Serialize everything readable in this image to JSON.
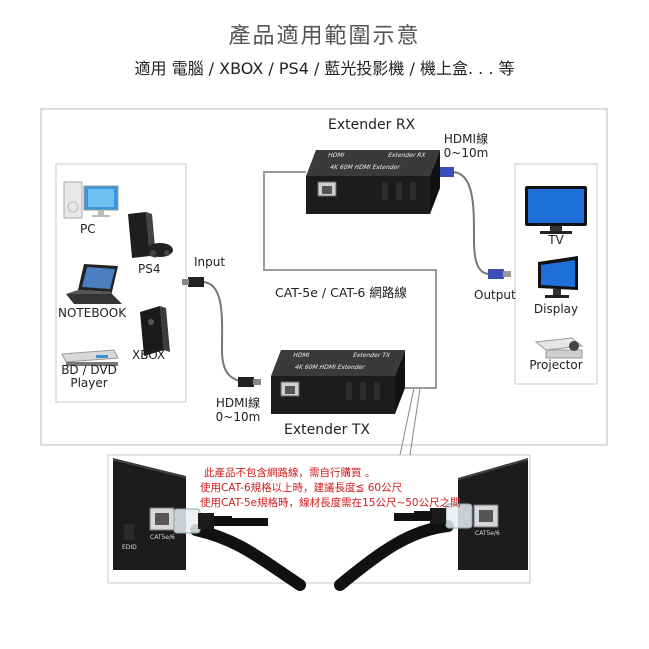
{
  "header": {
    "title": "產品適用範圍示意",
    "subtitle": "適用 電腦 / XBOX / PS4 / 藍光投影機 / 機上盒. . . 等"
  },
  "sources": {
    "pc": "PC",
    "ps4": "PS4",
    "notebook": "NOTEBOOK",
    "xbox": "XBOX",
    "bd_line1": "BD / DVD",
    "bd_line2": "Player"
  },
  "displays": {
    "tv": "TV",
    "display": "Display",
    "projector": "Projector"
  },
  "connections": {
    "input": "Input",
    "output": "Output",
    "network": "CAT-5e / CAT-6  網路線",
    "hdmi_rx_line1": "HDMI線",
    "hdmi_rx_line2": "0~10m",
    "hdmi_tx_line1": "HDMI線",
    "hdmi_tx_line2": "0~10m"
  },
  "devices": {
    "rx_name": "Extender RX",
    "tx_name": "Extender TX",
    "device_label": "4K 60M HDMI Extender",
    "brand": "HDMI",
    "rx_tag": "Extender  RX",
    "tx_tag": "Extender  TX",
    "port_cat": "CAT5e/6",
    "port_edid": "EDID"
  },
  "notes": {
    "line1": "此產品不包含網路線，需自行購買 。",
    "line2": "使用CAT-6規格以上時，建議長度≦ 60公尺",
    "line3": "使用CAT-5e規格時，線材長度需在15公尺~50公尺之間"
  },
  "colors": {
    "panel_border": "#c8c8c8",
    "note_red": "#d21b1b",
    "device_body": "#1c1c1c",
    "hdmi_plug_blue": "#3a4fb8"
  }
}
